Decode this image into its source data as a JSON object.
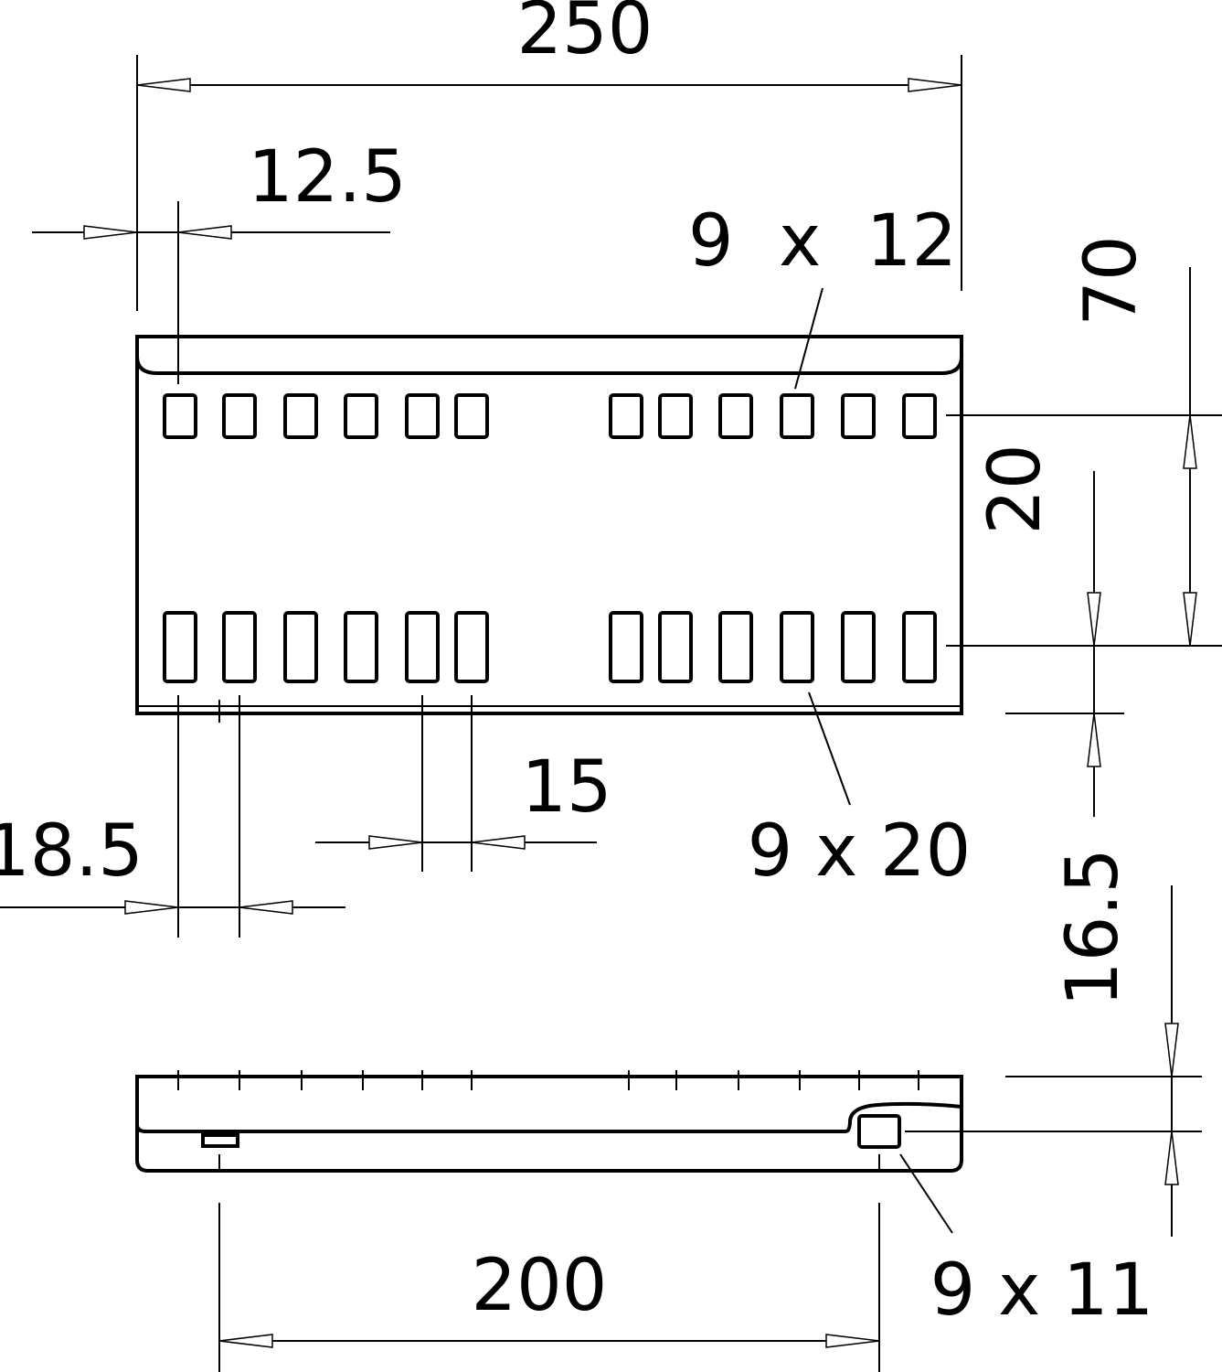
{
  "drawing": {
    "dimensions": {
      "overall_length": "250",
      "edge_offset": "12.5",
      "top_slot_size": "9 x 12",
      "height": "70",
      "slot_row_offset": "20",
      "slot_pitch": "18.5",
      "slot_gap": "15",
      "bottom_slot_size": "9 x 20",
      "side_height": "16.5",
      "hole_spacing": "200",
      "side_hole_size": "9 x 11"
    },
    "slots_per_group": 6,
    "slot_groups_per_row": 2
  }
}
